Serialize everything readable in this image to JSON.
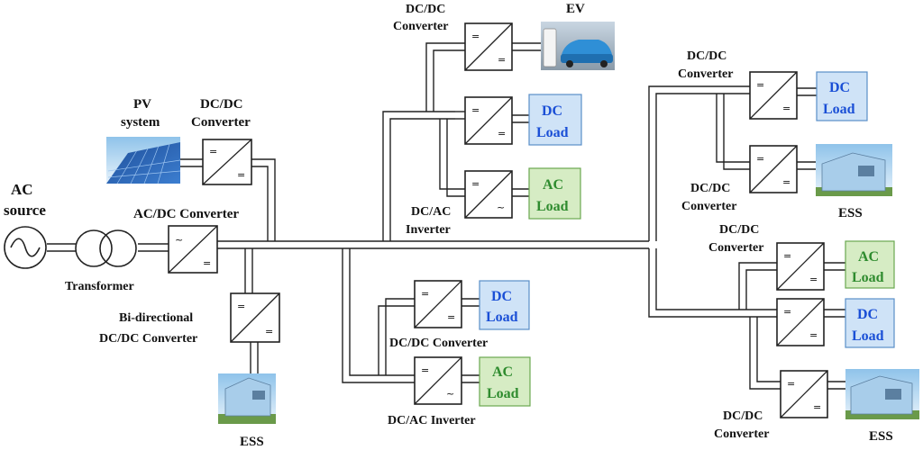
{
  "labels": {
    "ac_source": [
      "AC",
      "source"
    ],
    "transformer": "Transformer",
    "pv_system": [
      "PV",
      "system"
    ],
    "pv_converter": [
      "DC/DC",
      "Converter"
    ],
    "acdc_converter": "AC/DC Converter",
    "bidir_converter": [
      "Bi-directional",
      "DC/DC Converter"
    ],
    "ess": "ESS",
    "ev": "EV",
    "dcdc": [
      "DC/DC",
      "Converter"
    ],
    "dcdc_one_line": "DC/DC Converter",
    "dcac": [
      "DC/AC",
      "Inverter"
    ],
    "dcac_one_line": "DC/AC Inverter"
  },
  "loads": {
    "dc": [
      "DC",
      "Load"
    ],
    "ac": [
      "AC",
      "Load"
    ]
  },
  "symbols": {
    "dc": "=",
    "ac": "~"
  },
  "colors": {
    "dc_load_fill": "#cfe3f7",
    "dc_load_text": "#1a4fd6",
    "ac_load_fill": "#d6ecc4",
    "ac_load_text": "#2e8b2e",
    "wire": "#222222"
  }
}
